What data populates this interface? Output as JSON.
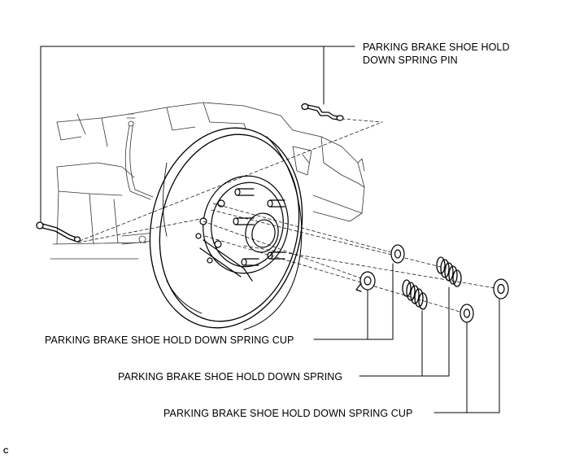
{
  "labels": {
    "pin_line1": "PARKING BRAKE SHOE HOLD",
    "pin_line2": "DOWN SPRING PIN",
    "cup_upper": "PARKING BRAKE SHOE HOLD DOWN SPRING CUP",
    "spring": "PARKING BRAKE SHOE HOLD DOWN SPRING",
    "cup_lower": "PARKING BRAKE SHOE HOLD DOWN SPRING CUP"
  },
  "figure_code": "C",
  "colors": {
    "ink": "#000000",
    "background": "#ffffff"
  }
}
